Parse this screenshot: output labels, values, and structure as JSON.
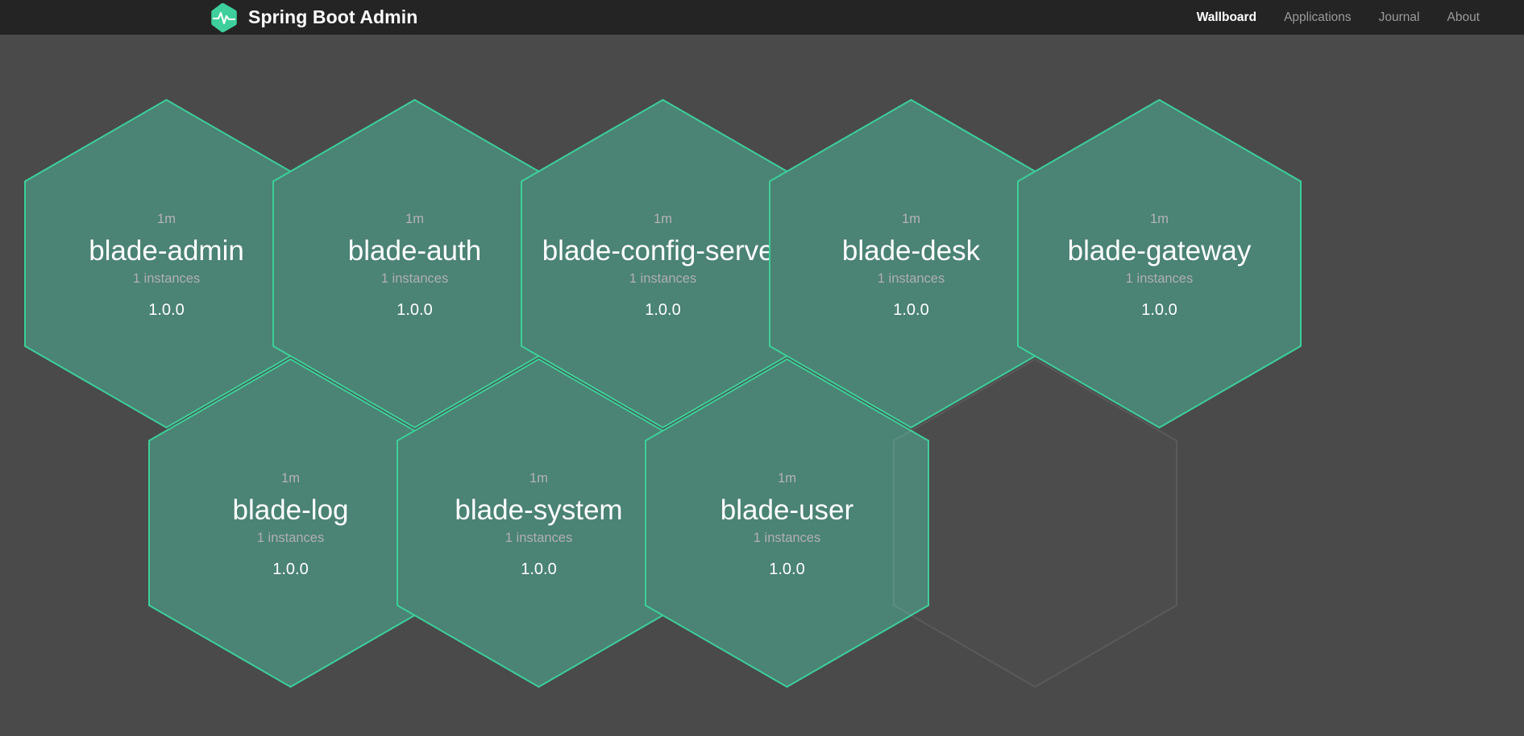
{
  "header": {
    "brand": {
      "title": "Spring Boot Admin",
      "logo_icon": "heartbeat-hexagon-icon",
      "logo_color": "#3ecf9c"
    },
    "nav": [
      {
        "label": "Wallboard",
        "active": true
      },
      {
        "label": "Applications",
        "active": false
      },
      {
        "label": "Journal",
        "active": false
      },
      {
        "label": "About",
        "active": false
      }
    ]
  },
  "theme": {
    "header_bg": "#242424",
    "page_bg": "#4a4a4a",
    "hex_fill": "#4b8374",
    "hex_border": "#3dcf9a",
    "accent": "#3ecf9c",
    "text_primary": "#ffffff",
    "text_muted": "#b0b0b0"
  },
  "wallboard": {
    "applications": [
      {
        "name": "blade-admin",
        "status": "1m",
        "instances": "1 instances",
        "version": "1.0.0",
        "row": 1,
        "col": 1,
        "empty": false
      },
      {
        "name": "blade-auth",
        "status": "1m",
        "instances": "1 instances",
        "version": "1.0.0",
        "row": 1,
        "col": 2,
        "empty": false
      },
      {
        "name": "blade-config-server",
        "status": "1m",
        "instances": "1 instances",
        "version": "1.0.0",
        "row": 1,
        "col": 3,
        "empty": false
      },
      {
        "name": "blade-desk",
        "status": "1m",
        "instances": "1 instances",
        "version": "1.0.0",
        "row": 1,
        "col": 4,
        "empty": false
      },
      {
        "name": "blade-gateway",
        "status": "1m",
        "instances": "1 instances",
        "version": "1.0.0",
        "row": 1,
        "col": 5,
        "empty": false
      },
      {
        "name": "blade-log",
        "status": "1m",
        "instances": "1 instances",
        "version": "1.0.0",
        "row": 2,
        "col": 1,
        "empty": false
      },
      {
        "name": "blade-system",
        "status": "1m",
        "instances": "1 instances",
        "version": "1.0.0",
        "row": 2,
        "col": 2,
        "empty": false
      },
      {
        "name": "blade-user",
        "status": "1m",
        "instances": "1 instances",
        "version": "1.0.0",
        "row": 2,
        "col": 3,
        "empty": false
      },
      {
        "name": "",
        "status": "",
        "instances": "",
        "version": "",
        "row": 2,
        "col": 4,
        "empty": true
      }
    ]
  }
}
